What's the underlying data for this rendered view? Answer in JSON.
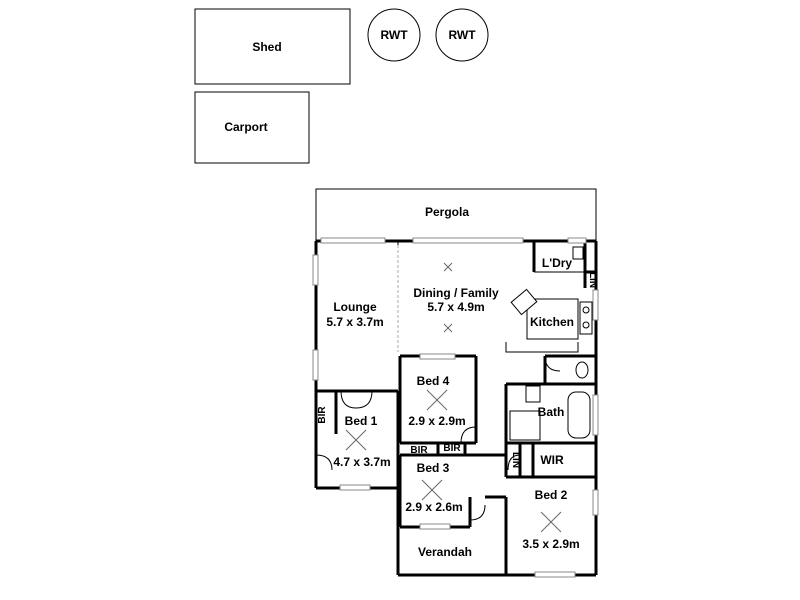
{
  "outbuildings": {
    "shed": "Shed",
    "carport": "Carport",
    "rwt_1": "RWT",
    "rwt_2": "RWT"
  },
  "rooms": {
    "pergola": "Pergola",
    "laundry": "L'Dry",
    "linen_laundry": "LIN",
    "lounge": "Lounge",
    "lounge_size": "5.7 x 3.7m",
    "dining_family": "Dining / Family",
    "dining_family_size": "5.7 x 4.9m",
    "kitchen": "Kitchen",
    "bed4": "Bed 4",
    "bed4_size": "2.9 x 2.9m",
    "bed1": "Bed 1",
    "bed1_size": "4.7 x 3.7m",
    "bir_bed1": "BIR",
    "bir_bed4": "BIR",
    "bir_bed3": "BIR",
    "bath": "Bath",
    "linen_hall": "LIN",
    "wir": "WIR",
    "bed3": "Bed 3",
    "bed3_size": "2.9 x 2.6m",
    "bed2": "Bed 2",
    "bed2_size": "3.5 x 2.9m",
    "verandah": "Verandah"
  }
}
